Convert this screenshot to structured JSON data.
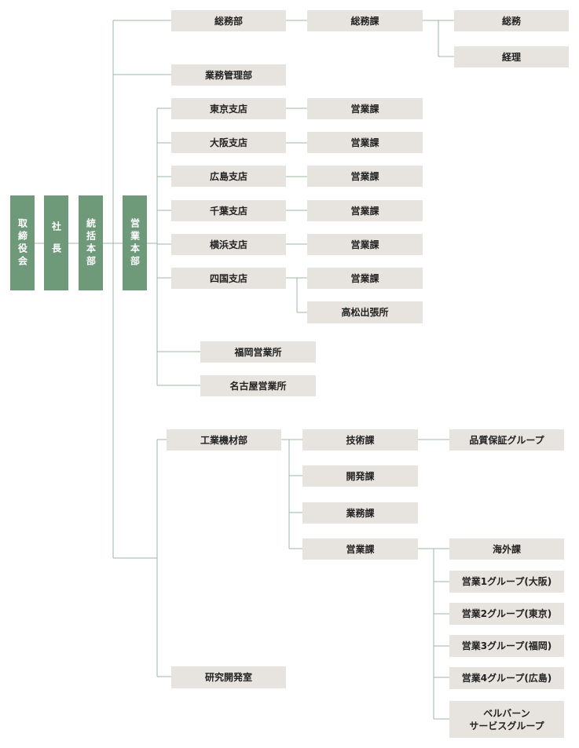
{
  "left_column": {
    "board": "取締役会",
    "president": "社長",
    "general_hq": "統括本部",
    "sales_hq": "営業本部"
  },
  "general_affairs": {
    "dept": "総務部",
    "section": "総務課",
    "unit_general": "総務",
    "unit_accounting": "経理"
  },
  "business_management": "業務管理部",
  "branches": [
    {
      "name": "東京支店",
      "section": "営業課"
    },
    {
      "name": "大阪支店",
      "section": "営業課"
    },
    {
      "name": "広島支店",
      "section": "営業課"
    },
    {
      "name": "千葉支店",
      "section": "営業課"
    },
    {
      "name": "横浜支店",
      "section": "営業課"
    },
    {
      "name": "四国支店",
      "section": "営業課",
      "office": "高松出張所"
    }
  ],
  "offices": [
    "福岡営業所",
    "名古屋営業所"
  ],
  "industrial": {
    "dept": "工業機材部",
    "technical": "技術課",
    "qa_group": "品質保証グループ",
    "development": "開発課",
    "operations": "業務課",
    "sales": "営業課",
    "sales_groups": [
      "海外課",
      "営業1グループ(大阪)",
      "営業2グループ(東京)",
      "営業3グループ(福岡)",
      "営業4グループ(広島)"
    ],
    "bellbahn_line1": "ベルバーン",
    "bellbahn_line2": "サービスグループ"
  },
  "research": "研究開発室",
  "colors": {
    "green_box": "#6e9a7a",
    "gray_box": "#e7e4df",
    "connector": "#9bb9a3"
  }
}
